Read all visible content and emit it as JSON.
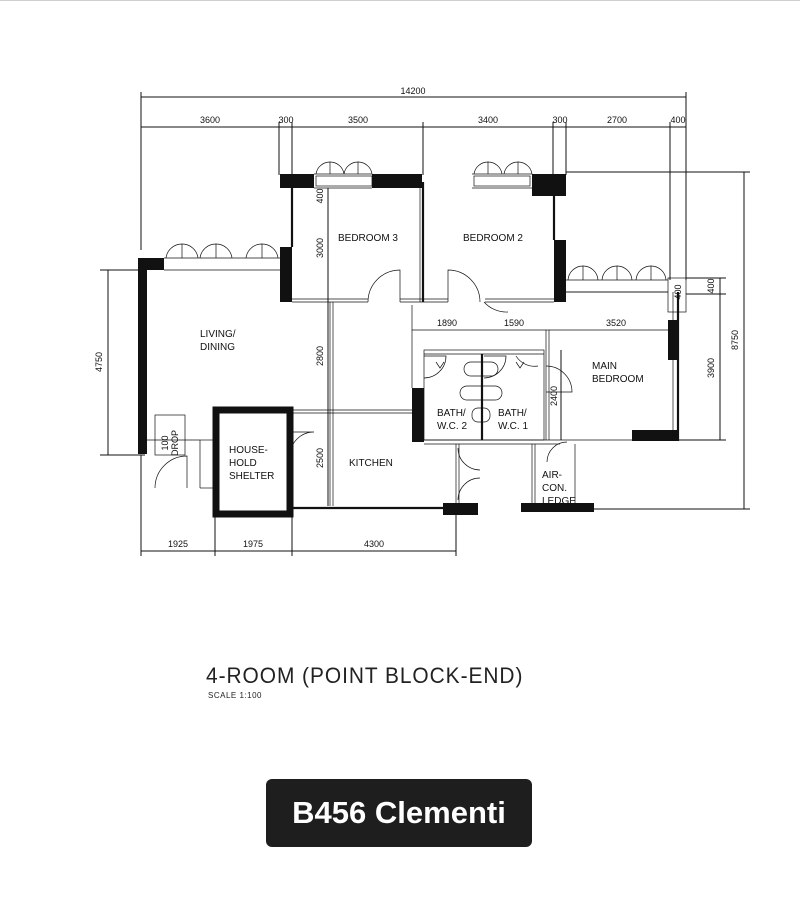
{
  "plan": {
    "dimensions": {
      "overall_width": "14200",
      "top": [
        "3600",
        "300",
        "3500",
        "3400",
        "300",
        "2700",
        "400"
      ],
      "bottom": [
        "1925",
        "1975",
        "4300"
      ],
      "left_height": "4750",
      "right_total": "8750",
      "right_upper": "400",
      "right_lower": "3900",
      "interior_bed3": "400",
      "interior_bed3_depth": "3000",
      "interior_living": "2800",
      "interior_kitchen": "2500",
      "interior_bath": "2400",
      "interior_row": [
        "1890",
        "1590",
        "3520"
      ],
      "air_con_right": "400"
    },
    "rooms": {
      "bedroom3": "BEDROOM 3",
      "bedroom2": "BEDROOM 2",
      "living_1": "LIVING/",
      "living_2": "DINING",
      "main_1": "MAIN",
      "main_2": "BEDROOM",
      "bath2_1": "BATH/",
      "bath2_2": "W.C. 2",
      "bath1_1": "BATH/",
      "bath1_2": "W.C. 1",
      "shelter_1": "HOUSE-",
      "shelter_2": "HOLD",
      "shelter_3": "SHELTER",
      "kitchen": "KITCHEN",
      "aircon_1": "AIR-",
      "aircon_2": "CON.",
      "aircon_3": "LEDGE",
      "drop_1": "100",
      "drop_2": "DROP"
    },
    "title": "4-ROOM (POINT BLOCK-END)",
    "scale": "SCALE   1:100"
  },
  "caption": "B456 Clementi"
}
